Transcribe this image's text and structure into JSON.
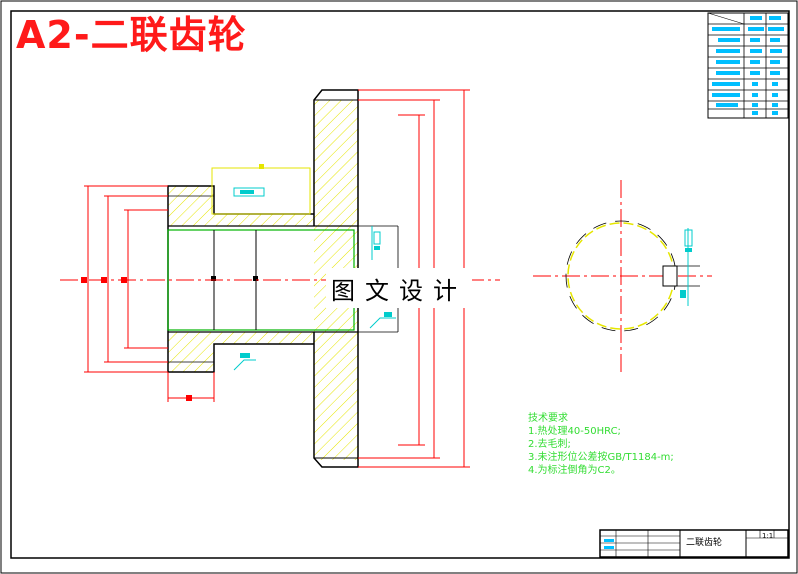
{
  "drawing": {
    "title": "A2-二联齿轮",
    "watermark": "图文设计",
    "tech_requirements": {
      "heading": "技术要求",
      "items": [
        "1.热处理40-50HRC;",
        "2.去毛刺;",
        "3.未注形位公差按GB/T1184-m;",
        "4.为标注倒角为C2。"
      ]
    },
    "title_block": {
      "part_name": "二联齿轮",
      "scale": "1:1"
    }
  },
  "colors": {
    "outline": "#000000",
    "dimension": "#ff0000",
    "hatch": "#e6e600",
    "centerline": "#ff0000",
    "bore": "#00b300",
    "annotation": "#00cccc",
    "notes": "#33dd33",
    "parameter_table": "#00bfff"
  }
}
